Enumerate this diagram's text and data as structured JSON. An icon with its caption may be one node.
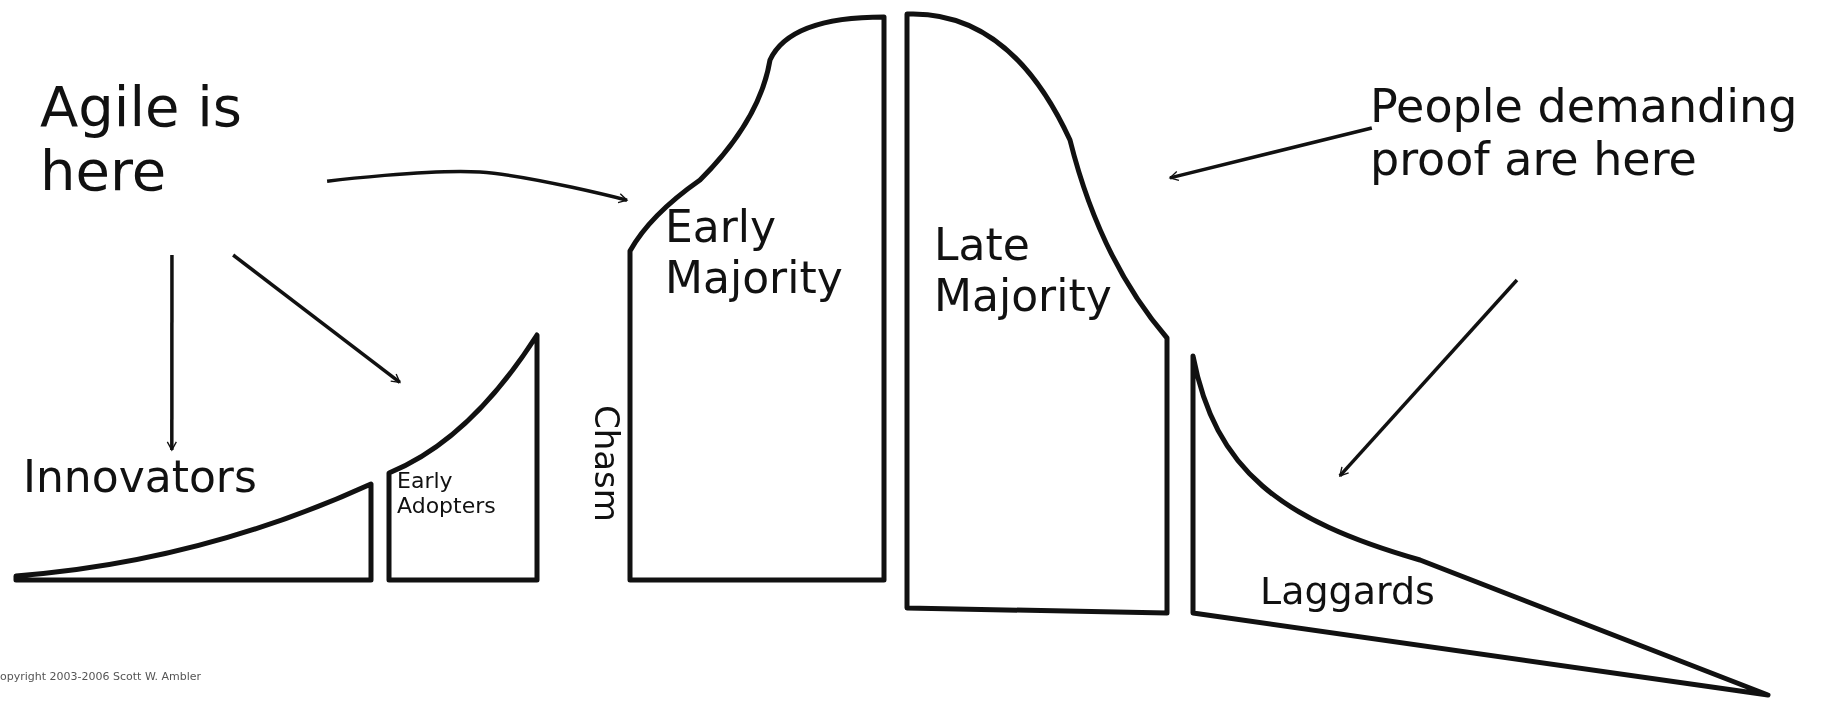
{
  "diagram": {
    "nodes": [
      {
        "text": [
          "Agile is here"
        ]
      },
      {
        "text": [
          "Innovators"
        ]
      },
      {
        "text": [
          "Early Adopters"
        ]
      },
      {
        "text": [
          "Early Majority"
        ]
      },
      {
        "text": [
          "Late Majority"
        ]
      },
      {
        "text": [
          "Laggards"
        ]
      },
      {
        "text": [
          "People demanding proof are here"
        ]
      }
    ],
    "edges": [
      {
        "from": 0,
        "to": 1,
        "arrow": "to"
      },
      {
        "from": 0,
        "to": 2,
        "arrow": "to"
      },
      {
        "from": 0,
        "to": 3,
        "arrow": "to"
      },
      {
        "from": 6,
        "to": 4,
        "arrow": "to"
      },
      {
        "from": 6,
        "to": 5,
        "arrow": "to"
      }
    ],
    "labels": [
      "Chasm",
      "opyright 2003-2006 Scott W. Ambler"
    ]
  }
}
